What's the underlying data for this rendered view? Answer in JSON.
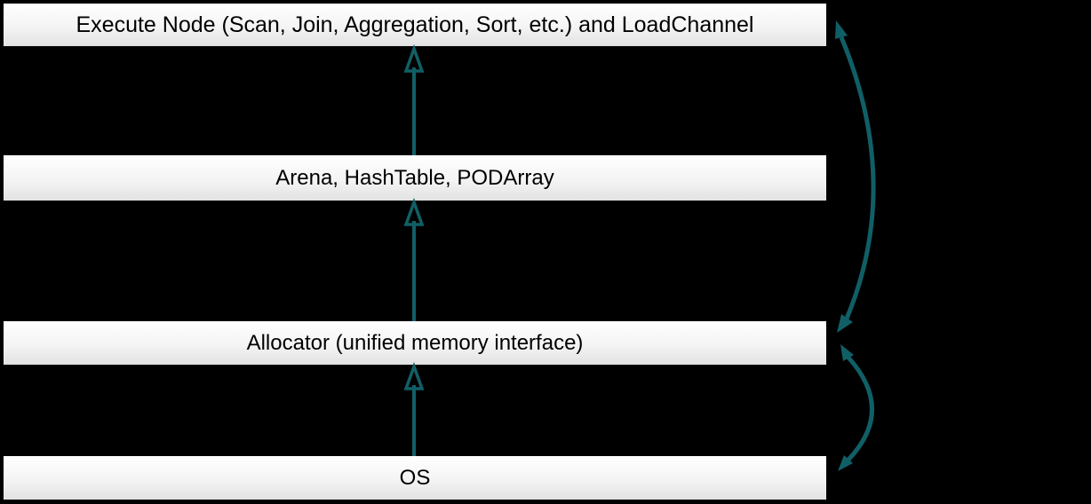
{
  "colors": {
    "background": "#000000",
    "accent_teal": "#115F66",
    "bar_top": "#ffffff",
    "bar_bottom": "#e2e2e2",
    "text": "#000000"
  },
  "layers": [
    {
      "label": "Execute Node (Scan, Join, Aggregation, Sort, etc.) and LoadChannel"
    },
    {
      "label": "Arena, HashTable, PODArray"
    },
    {
      "label": "Allocator (unified memory interface)"
    },
    {
      "label": "OS"
    }
  ],
  "connections": {
    "up_arrows": [
      {
        "from": "OS",
        "to": "Allocator (unified memory interface)"
      },
      {
        "from": "Allocator (unified memory interface)",
        "to": "Arena, HashTable, PODArray"
      },
      {
        "from": "Arena, HashTable, PODArray",
        "to": "Execute Node (Scan, Join, Aggregation, Sort, etc.) and LoadChannel"
      }
    ],
    "double_headed_curves": [
      {
        "between": [
          "Execute Node (Scan, Join, Aggregation, Sort, etc.) and LoadChannel",
          "Allocator (unified memory interface)"
        ]
      },
      {
        "between": [
          "Allocator (unified memory interface)",
          "OS"
        ]
      }
    ]
  }
}
